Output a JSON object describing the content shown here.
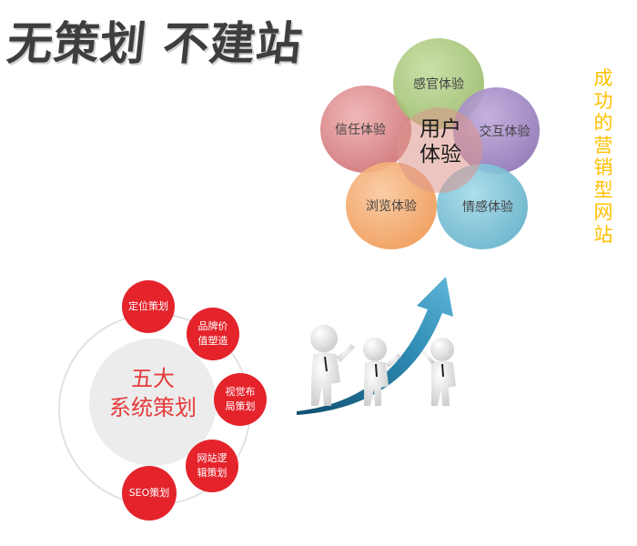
{
  "headline": "无策划 不建站",
  "vertical_slogan": [
    "成",
    "功",
    "的",
    "营",
    "销",
    "型",
    "网",
    "站"
  ],
  "flower": {
    "center_lines": [
      "用户",
      "体验"
    ],
    "petals": [
      {
        "label": "感官体验",
        "color": "#a9c97a"
      },
      {
        "label": "交互体验",
        "color": "#9b82bf"
      },
      {
        "label": "情感体验",
        "color": "#6fbcd2"
      },
      {
        "label": "浏览体验",
        "color": "#f4a35f"
      },
      {
        "label": "信任体验",
        "color": "#d57c7e"
      }
    ]
  },
  "five_systems": {
    "center_lines": [
      "五大",
      "系统策划"
    ],
    "nodes": [
      {
        "lines": [
          "定位策划"
        ]
      },
      {
        "lines": [
          "品牌价",
          "值塑造"
        ]
      },
      {
        "lines": [
          "视觉布",
          "局策划"
        ]
      },
      {
        "lines": [
          "网站逻",
          "辑策划"
        ]
      },
      {
        "lines": [
          "SEO策划"
        ]
      }
    ]
  },
  "colors": {
    "headline": "#3e3e3e",
    "slogan": "#ffc000",
    "node_red": "#e4232b",
    "arrow_blue": "#1c6a90"
  }
}
